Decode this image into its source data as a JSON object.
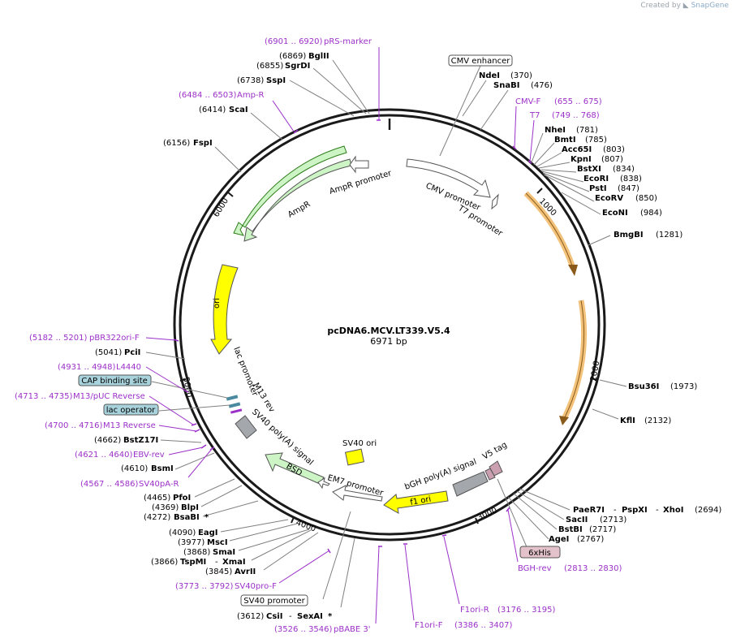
{
  "branding": {
    "created_by": "Created by",
    "app": "SnapGene"
  },
  "plasmid": {
    "name": "pcDNA6.MCV.LT339.V5.4",
    "length_label": "6971 bp",
    "length_bp": 6971
  },
  "colors": {
    "backbone": "#1a1a1a",
    "primer": "#9b30c8",
    "site_label": "#000000",
    "ori": "#ffff00",
    "ampr": "#ccf4c4",
    "ampr_dark": "#2e7d1a",
    "cds_orange": "#f3c27a",
    "cds_orange_dark": "#8a5a1a",
    "promoter": "#ffffff",
    "polya": "#a4a8ac",
    "tag": "#caa0b0",
    "box_teal": "#a9d3dc"
  },
  "tick_labels": [
    "1000",
    "2000",
    "3000",
    "4000",
    "5000",
    "6000"
  ],
  "restriction_sites": [
    {
      "name": "NdeI",
      "pos": "(370)"
    },
    {
      "name": "SnaBI",
      "pos": "(476)"
    },
    {
      "name": "NheI",
      "pos": "(781)"
    },
    {
      "name": "BmtI",
      "pos": "(785)"
    },
    {
      "name": "Acc65I",
      "pos": "(803)"
    },
    {
      "name": "KpnI",
      "pos": "(807)"
    },
    {
      "name": "BstXI",
      "pos": "(834)"
    },
    {
      "name": "EcoRI",
      "pos": "(838)"
    },
    {
      "name": "PstI",
      "pos": "(847)"
    },
    {
      "name": "EcoRV",
      "pos": "(850)"
    },
    {
      "name": "EcoNI",
      "pos": "(984)"
    },
    {
      "name": "BmgBI",
      "pos": "(1281)"
    },
    {
      "name": "Bsu36I",
      "pos": "(1973)"
    },
    {
      "name": "KflI",
      "pos": "(2132)"
    },
    {
      "name": "PaeR7I",
      "pos": ""
    },
    {
      "name": "PspXI",
      "pos": ""
    },
    {
      "name": "XhoI",
      "pos": "(2694)"
    },
    {
      "name": "SacII",
      "pos": "(2713)"
    },
    {
      "name": "BstBI",
      "pos": "(2717)"
    },
    {
      "name": "AgeI",
      "pos": "(2767)"
    },
    {
      "name": "CsiI",
      "pos": "(3612)"
    },
    {
      "name": "SexAI",
      "pos": ""
    },
    {
      "name": "AvrII",
      "pos": "(3845)"
    },
    {
      "name": "TspMI",
      "pos": "(3866)"
    },
    {
      "name": "XmaI",
      "pos": ""
    },
    {
      "name": "SmaI",
      "pos": "(3868)"
    },
    {
      "name": "MscI",
      "pos": "(3977)"
    },
    {
      "name": "EagI",
      "pos": "(4090)"
    },
    {
      "name": "BsaBI",
      "pos": "(4272)"
    },
    {
      "name": "BlpI",
      "pos": "(4369)"
    },
    {
      "name": "PfoI",
      "pos": "(4465)"
    },
    {
      "name": "BsmI",
      "pos": "(4610)"
    },
    {
      "name": "BstZ17I",
      "pos": "(4662)"
    },
    {
      "name": "PciI",
      "pos": "(5041)"
    },
    {
      "name": "FspI",
      "pos": "(6156)"
    },
    {
      "name": "ScaI",
      "pos": "(6414)"
    },
    {
      "name": "SspI",
      "pos": "(6738)"
    },
    {
      "name": "SgrDI",
      "pos": "(6855)"
    },
    {
      "name": "BglII",
      "pos": "(6869)"
    }
  ],
  "primers": [
    {
      "name": "pRS-marker",
      "range": "(6901 .. 6920)"
    },
    {
      "name": "Amp-R",
      "range": "(6484 .. 6503)"
    },
    {
      "name": "CMV-F",
      "range": "(655 .. 675)"
    },
    {
      "name": "T7",
      "range": "(749 .. 768)"
    },
    {
      "name": "pBR322ori-F",
      "range": "(5182 .. 5201)"
    },
    {
      "name": "L4440",
      "range": "(4931 .. 4948)"
    },
    {
      "name": "M13/pUC Reverse",
      "range": "(4713 .. 4735)"
    },
    {
      "name": "M13 Reverse",
      "range": "(4700 .. 4716)"
    },
    {
      "name": "EBV-rev",
      "range": "(4621 .. 4640)"
    },
    {
      "name": "SV40pA-R",
      "range": "(4567 .. 4586)"
    },
    {
      "name": "SV40pro-F",
      "range": "(3773 .. 3792)"
    },
    {
      "name": "pBABE 3'",
      "range": "(3526 .. 3546)"
    },
    {
      "name": "F1ori-F",
      "range": "(3386 .. 3407)"
    },
    {
      "name": "F1ori-R",
      "range": "(3176 .. 3195)"
    },
    {
      "name": "BGH-rev",
      "range": "(2813 .. 2830)"
    }
  ],
  "boxed_labels": {
    "cmv_enhancer": "CMV enhancer",
    "sv40_promoter": "SV40 promoter",
    "cap_binding_site": "CAP binding site",
    "lac_operator": "lac operator",
    "six_his": "6xHis"
  },
  "features": {
    "ampr": "AmpR",
    "ampr_promoter": "AmpR promoter",
    "cmv_promoter": "CMV promoter",
    "t7_promoter": "T7 promoter",
    "ori": "ori",
    "lac_promoter": "lac promoter",
    "m13_rev": "M13 rev",
    "sv40_polya": "SV40 poly(A) signal",
    "bsd": "BSD",
    "em7_promoter": "EM7 promoter",
    "sv40_ori": "SV40 ori",
    "bgh_polya": "bGH poly(A) signal",
    "v5_tag": "V5 tag",
    "f1_ori": "f1 ori"
  },
  "symbols": {
    "star": "*",
    "dash": "-"
  }
}
